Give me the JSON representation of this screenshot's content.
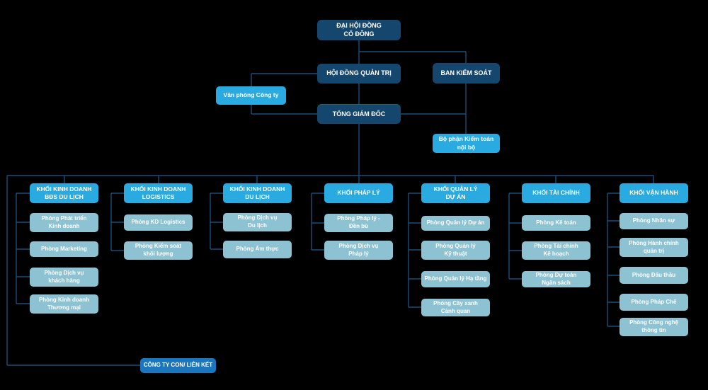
{
  "colors": {
    "navy": "#15476e",
    "cyan": "#29abe2",
    "muted": "#8cc2d2",
    "mid_blue": "#1c76bd",
    "line": "#1b4e79",
    "background": "#000000"
  },
  "governance": {
    "shareholders_meeting": "ĐẠI HỘI ĐỒNG\nCỔ ĐÔNG",
    "board_of_directors": "HỘI ĐỒNG QUẢN TRỊ",
    "supervisory_board": "BAN KIỂM SOÁT",
    "company_office": "Văn phòng Công ty",
    "ceo": "TỔNG GIÁM ĐỐC",
    "internal_audit": "Bộ phận Kiểm toán\nnội bộ"
  },
  "divisions": [
    {
      "label": "KHỐI KINH DOANH\nBĐS DU LỊCH",
      "departments": [
        "Phòng Phát triển\nKinh doanh",
        "Phòng Marketing",
        "Phòng Dịch vụ\nkhách hàng",
        "Phòng Kinh doanh\nThương mại"
      ]
    },
    {
      "label": "KHỐI KINH DOANH\nLOGISTICS",
      "departments": [
        "Phòng KD Logistics",
        "Phòng Kiểm soát\nkhối lượng"
      ]
    },
    {
      "label": "KHỐI KINH DOANH\nDU LỊCH",
      "departments": [
        "Phòng Dịch vụ\nDu lịch",
        "Phòng Ẩm thực"
      ]
    },
    {
      "label": "KHỐI PHÁP LÝ",
      "departments": [
        "Phòng Pháp lý -\nĐền bù",
        "Phòng Dịch vụ\nPháp lý"
      ]
    },
    {
      "label": "KHỐI QUẢN LÝ\nDỰ ÁN",
      "departments": [
        "Phòng Quản lý Dự án",
        "Phòng Quản lý\nKỹ thuật",
        "Phòng Quản lý Hạ tầng",
        "Phòng Cây xanh\nCảnh quan"
      ]
    },
    {
      "label": "KHỐI TÀI CHÍNH",
      "departments": [
        "Phòng Kế toán",
        "Phòng Tài chính\nKế hoạch",
        "Phòng Dự toán\nNgân sách"
      ]
    },
    {
      "label": "KHỐI VẬN HÀNH",
      "departments": [
        "Phòng Nhân sự",
        "Phòng Hành chính\nquản trị",
        "Phòng Đấu thầu",
        "Phòng Pháp Chế",
        "Phòng Công nghệ\nthông tin"
      ]
    }
  ],
  "subsidiary": {
    "label": "CÔNG TY CON/ LIÊN KẾT"
  }
}
